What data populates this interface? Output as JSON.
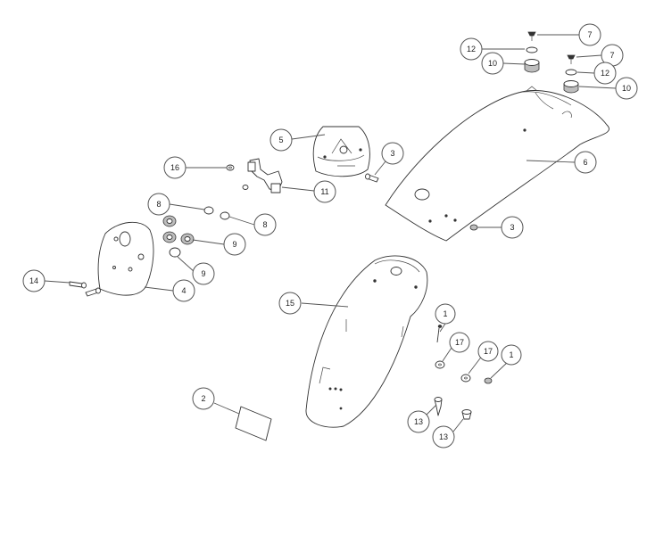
{
  "diagram": {
    "callouts": [
      {
        "id": "c7a",
        "label": "7"
      },
      {
        "id": "c12a",
        "label": "12"
      },
      {
        "id": "c10a",
        "label": "10"
      },
      {
        "id": "c7b",
        "label": "7"
      },
      {
        "id": "c12b",
        "label": "12"
      },
      {
        "id": "c10b",
        "label": "10"
      },
      {
        "id": "c5",
        "label": "5"
      },
      {
        "id": "c3a",
        "label": "3"
      },
      {
        "id": "c6",
        "label": "6"
      },
      {
        "id": "c16",
        "label": "16"
      },
      {
        "id": "c11",
        "label": "11"
      },
      {
        "id": "c8a",
        "label": "8"
      },
      {
        "id": "c8b",
        "label": "8"
      },
      {
        "id": "c9a",
        "label": "9"
      },
      {
        "id": "c9b",
        "label": "9"
      },
      {
        "id": "c3b",
        "label": "3"
      },
      {
        "id": "c14",
        "label": "14"
      },
      {
        "id": "c4",
        "label": "4"
      },
      {
        "id": "c15",
        "label": "15"
      },
      {
        "id": "c1a",
        "label": "1"
      },
      {
        "id": "c17a",
        "label": "17"
      },
      {
        "id": "c17b",
        "label": "17"
      },
      {
        "id": "c1b",
        "label": "1"
      },
      {
        "id": "c2",
        "label": "2"
      },
      {
        "id": "c13a",
        "label": "13"
      },
      {
        "id": "c13b",
        "label": "13"
      }
    ]
  }
}
